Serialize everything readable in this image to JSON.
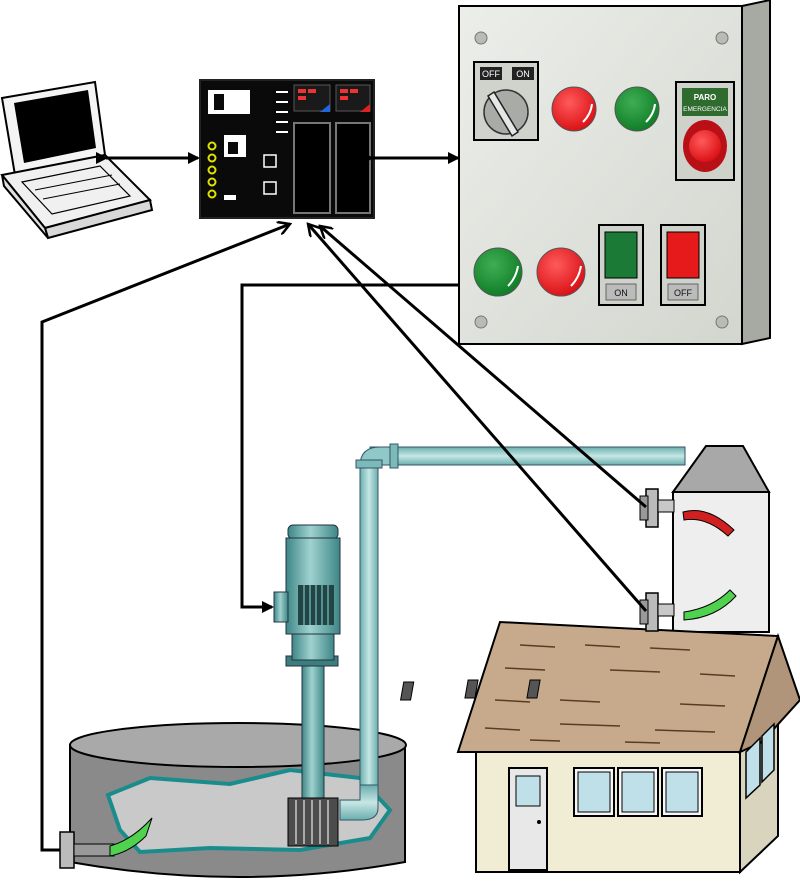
{
  "control_panel": {
    "selector_off_label": "OFF",
    "selector_on_label": "ON",
    "emergency_stop_line1": "PARO",
    "emergency_stop_line2": "EMERGENCIA",
    "on_button_label": "ON",
    "off_button_label": "OFF"
  },
  "colors": {
    "red_light": "#e8141a",
    "green_light": "#128a2c",
    "panel_face": "#e3e5e0",
    "pipe": "#8fc8c6",
    "pump": "#5aa2a2",
    "water": "#c9c9c9",
    "tank": "#8c8c8c",
    "roof": "#c7aa8b",
    "house_wall": "#f1ecd4",
    "gauge_red": "#d02020",
    "gauge_green": "#4fd34f"
  },
  "icons": [
    "laptop-icon",
    "plc-icon",
    "selector-switch-icon",
    "emergency-stop-icon",
    "pump-icon",
    "level-sensor-icon",
    "house-icon",
    "elevated-tank-icon"
  ]
}
